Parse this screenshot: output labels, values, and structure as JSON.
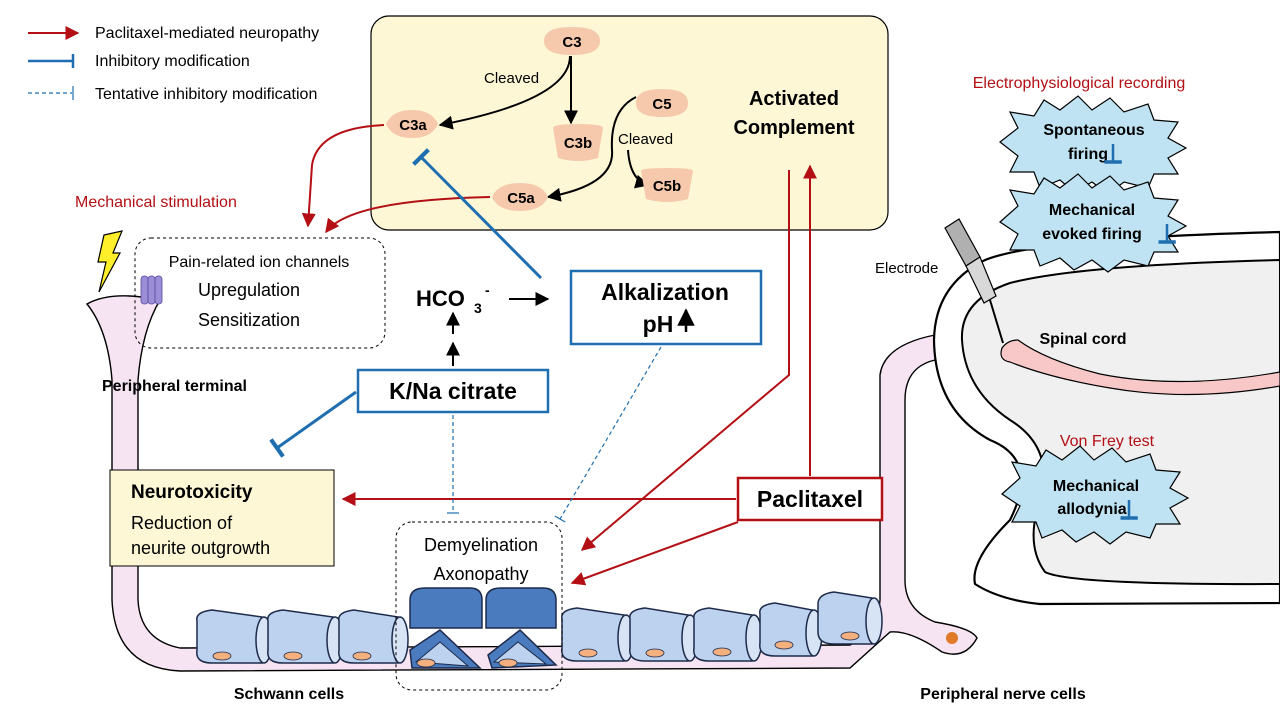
{
  "legend": {
    "red": "Paclitaxel-mediated neuropathy",
    "blue": "Inhibitory modification",
    "dashed": "Tentative inhibitory modification"
  },
  "complement": {
    "c3": "C3",
    "cleaved_1": "Cleaved",
    "c3a": "C3a",
    "c3b": "C3b",
    "c5": "C5",
    "cleaved_2": "Cleaved",
    "c5a": "C5a",
    "c5b": "C5b",
    "title_line1": "Activated",
    "title_line2": "Complement"
  },
  "stimulation": {
    "label": "Mechanical stimulation"
  },
  "ion_channels": {
    "title": "Pain-related ion channels",
    "line1": "Upregulation",
    "line2": "Sensitization"
  },
  "terminal": {
    "label": "Peripheral terminal"
  },
  "hco3": {
    "base": "HCO",
    "sub": "3",
    "sup": "-"
  },
  "alkalization": {
    "line1": "Alkalization",
    "line2": "pH"
  },
  "citrate": {
    "label": "K/Na citrate"
  },
  "neurotoxicity": {
    "title": "Neurotoxicity",
    "line1": "Reduction of",
    "line2": "neurite outgrowth"
  },
  "paclitaxel": {
    "label": "Paclitaxel"
  },
  "demyelination": {
    "line1": "Demyelination",
    "line2": "Axonopathy"
  },
  "cells": {
    "schwann": "Schwann cells",
    "nerve": "Peripheral nerve cells"
  },
  "recording": {
    "electrophys": "Electrophysiological recording",
    "electrode": "Electrode",
    "spinal_cord": "Spinal cord",
    "spont_line1": "Spontaneous",
    "spont_line2": "firing",
    "mech_line1": "Mechanical",
    "mech_line2": "evoked firing",
    "vonfrey": "Von Frey test",
    "allo_line1": "Mechanical",
    "allo_line2": "allodynia"
  },
  "colors": {
    "red_arrow": "#b30f14",
    "blue_inhibit": "#1f6fb0",
    "complement_bg": "#fdf7d6",
    "complement_node": "#f6c9ad",
    "burst_fill": "#bfe3f2",
    "axon_fill": "#f6e4f2",
    "schwann_fill": "#bdd2ef",
    "demyelinated_fill": "#4a7bbf"
  }
}
